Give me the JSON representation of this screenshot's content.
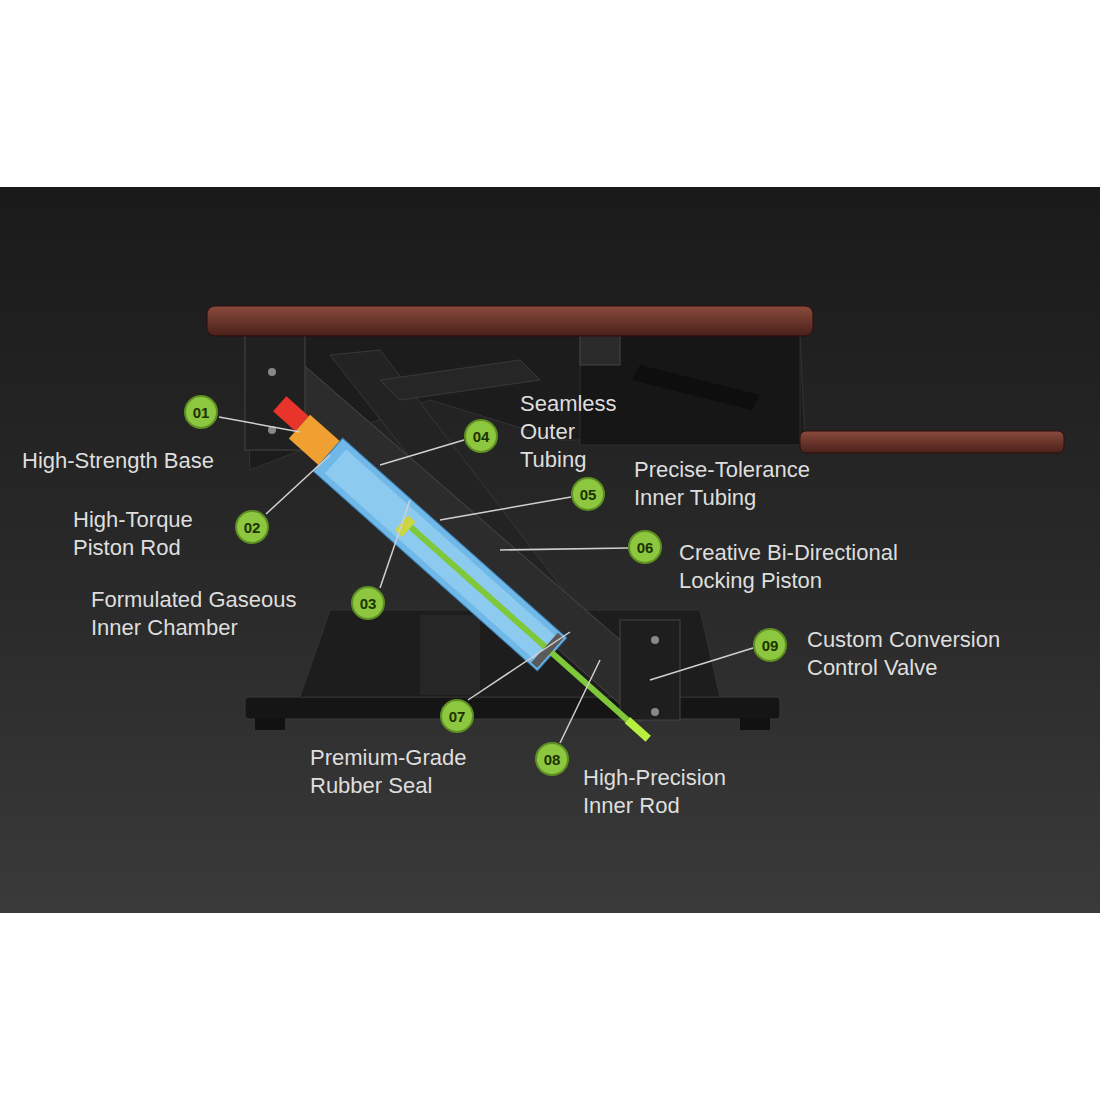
{
  "diagram": {
    "nodes": [
      {
        "text": [
          "01"
        ]
      },
      {
        "text": [
          "02"
        ]
      },
      {
        "text": [
          "03"
        ]
      },
      {
        "text": [
          "04"
        ]
      },
      {
        "text": [
          "05"
        ]
      },
      {
        "text": [
          "06"
        ]
      },
      {
        "text": [
          "07"
        ]
      },
      {
        "text": [
          "08"
        ]
      },
      {
        "text": [
          "09"
        ]
      }
    ],
    "labels": [
      "Seamless Outer Tubing",
      "High-Strength Base",
      "Precise-Tolerance Inner Tubing",
      "High-Torque Piston Rod",
      "Creative Bi-Directional Locking Piston",
      "Formulated Gaseous Inner Chamber",
      "Custom Conversion Control Valve",
      "Premium-Grade Rubber Seal",
      "High-Precision Inner Rod"
    ]
  }
}
